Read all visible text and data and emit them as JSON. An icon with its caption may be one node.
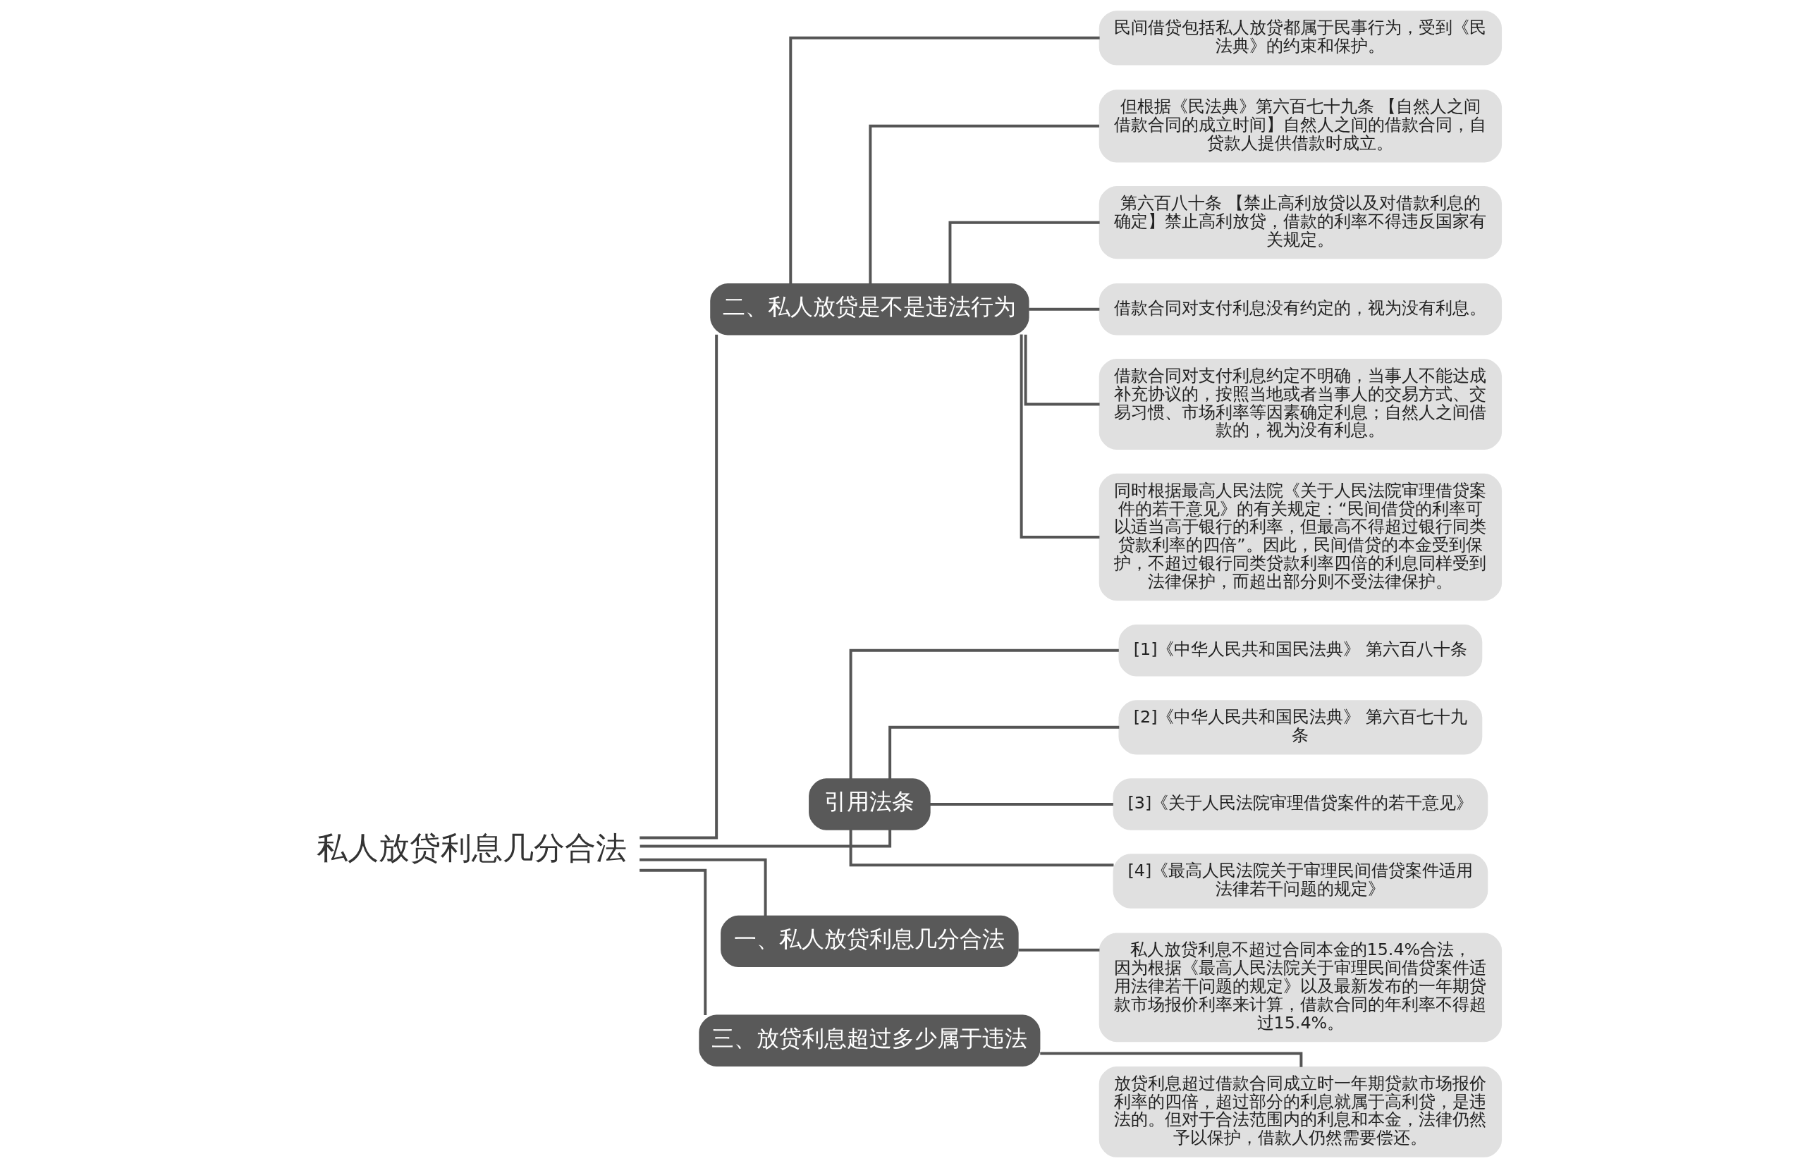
{
  "diagram": {
    "nodes": [
      {
        "text": [
          "私人放贷利息几分合法"
        ]
      },
      {
        "text": [
          "二、私人放贷是不是违法行为"
        ]
      },
      {
        "text": [
          "民间借贷包括私人放贷都属于民事行为，受到《民法典》的约束和保护。"
        ]
      },
      {
        "text": [
          "但根据《民法典》第六百七十九条 【自然人之间借款合同的成立时间】自然人之间的借款合同，自贷款人提供借款时成立。"
        ]
      },
      {
        "text": [
          "第六百八十条 【禁止高利放贷以及对借款利息的确定】禁止高利放贷，借款的利率不得违反国家有关规定。"
        ]
      },
      {
        "text": [
          "借款合同对支付利息没有约定的，视为没有利息。"
        ]
      },
      {
        "text": [
          "借款合同对支付利息约定不明确，当事人不能达成补充协议的，按照当地或者当事人的交易方式、交易习惯、市场利率等因素确定利息；自然人之间借款的，视为没有利息。"
        ]
      },
      {
        "text": [
          "同时根据最高人民法院《关于人民法院审理借贷案件的若干意见》的有关规定：“民间借贷的利率可以适当高于银行的利率，但最高不得超过银行同类贷款利率的四倍”。因此，民间借贷的本金受到保护，不超过银行同类贷款利率四倍的利息同样受到法律保护，而超出部分则不受法律保护。"
        ]
      },
      {
        "text": [
          "引用法条"
        ]
      },
      {
        "text": [
          "[1]《中华人民共和国民法典》 第六百八十条"
        ]
      },
      {
        "text": [
          "[2]《中华人民共和国民法典》 第六百七十九条"
        ]
      },
      {
        "text": [
          "[3]《关于人民法院审理借贷案件的若干意见》"
        ]
      },
      {
        "text": [
          "[4]《最高人民法院关于审理民间借贷案件适用法律若干问题的规定》"
        ]
      },
      {
        "text": [
          "一、私人放贷利息几分合法"
        ]
      },
      {
        "text": [
          "私人放贷利息不超过合同本金的15.4%合法，因为根据《最高人民法院关于审理民间借贷案件适用法律若干问题的规定》以及最新发布的一年期贷款市场报价利率来计算，借款合同的年利率不得超过15.4%。"
        ]
      },
      {
        "text": [
          "三、放贷利息超过多少属于违法"
        ]
      },
      {
        "text": [
          "放贷利息超过借款合同成立时一年期贷款市场报价利率的四倍，超过部分的利息就属于高利贷，是违法的。但对于合法范围内的利息和本金，法律仍然予以保护，借款人仍然需要偿还。"
        ]
      }
    ],
    "edges": [
      {
        "from": 0,
        "to": 1,
        "arrow": "none"
      },
      {
        "from": 1,
        "to": 2,
        "arrow": "none"
      },
      {
        "from": 1,
        "to": 3,
        "arrow": "none"
      },
      {
        "from": 1,
        "to": 4,
        "arrow": "none"
      },
      {
        "from": 1,
        "to": 5,
        "arrow": "none"
      },
      {
        "from": 1,
        "to": 6,
        "arrow": "none"
      },
      {
        "from": 1,
        "to": 7,
        "arrow": "none"
      },
      {
        "from": 0,
        "to": 8,
        "arrow": "none"
      },
      {
        "from": 8,
        "to": 9,
        "arrow": "none"
      },
      {
        "from": 8,
        "to": 10,
        "arrow": "none"
      },
      {
        "from": 8,
        "to": 11,
        "arrow": "none"
      },
      {
        "from": 8,
        "to": 12,
        "arrow": "none"
      },
      {
        "from": 0,
        "to": 13,
        "arrow": "none"
      },
      {
        "from": 13,
        "to": 14,
        "arrow": "none"
      },
      {
        "from": 0,
        "to": 15,
        "arrow": "none"
      },
      {
        "from": 15,
        "to": 16,
        "arrow": "none"
      }
    ]
  }
}
